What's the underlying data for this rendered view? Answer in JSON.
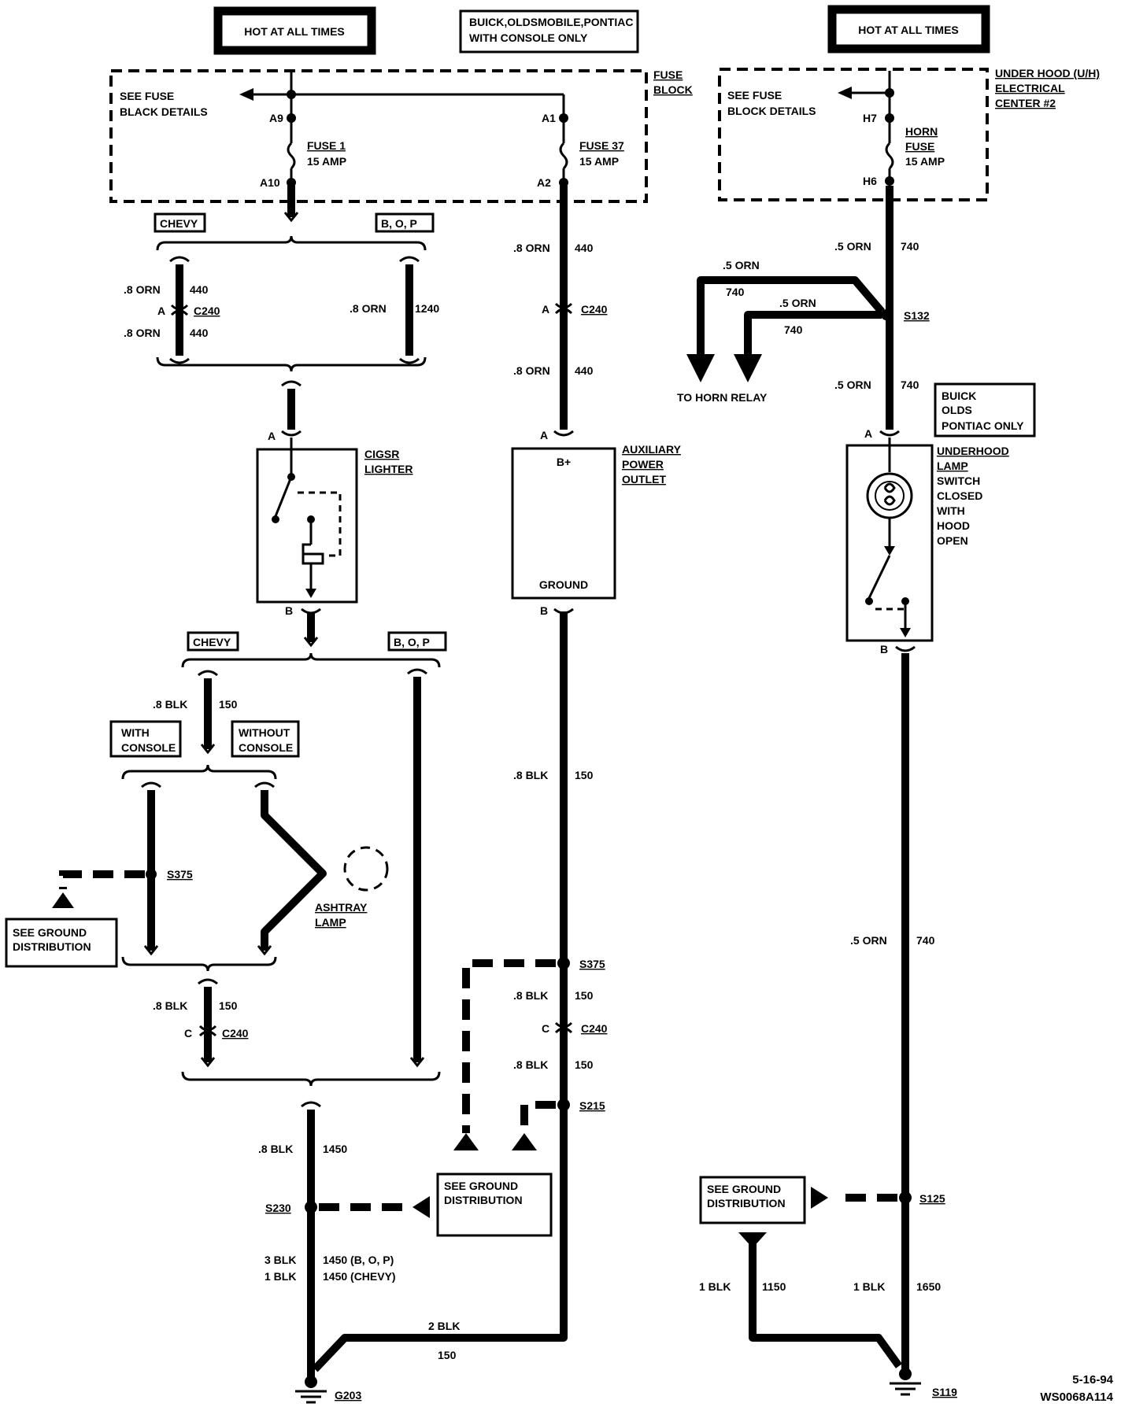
{
  "labels": {
    "hot_left": "HOT AT ALL TIMES",
    "hot_right": "HOT AT ALL TIMES",
    "console_note_1": "BUICK,OLDSMOBILE,PONTIAC",
    "console_note_2": "WITH CONSOLE ONLY",
    "fuse_block_1": "FUSE",
    "fuse_block_2": "BLOCK",
    "see_fuse_1": "SEE FUSE",
    "see_fuse_2": "BLACK DETAILS",
    "see_fuse_r1": "SEE FUSE",
    "see_fuse_r2": "BLOCK DETAILS",
    "uh_1": "UNDER HOOD (U/H)",
    "uh_2": "ELECTRICAL",
    "uh_3": "CENTER #2",
    "a9": "A9",
    "a10": "A10",
    "a1": "A1",
    "a2": "A2",
    "h7": "H7",
    "h6": "H6",
    "fuse1": "FUSE 1",
    "fuse1_amp": "15 AMP",
    "fuse37": "FUSE 37",
    "fuse37_amp": "15 AMP",
    "horn_fuse_1": "HORN",
    "horn_fuse_2": "FUSE",
    "horn_fuse_amp": "15 AMP",
    "chevy_1": "CHEVY",
    "bop_1": "B, O, P",
    "w_440a": ".8 ORN",
    "n_440a": "440",
    "w_440b": ".8 ORN",
    "n_440b": "440",
    "w_1240": ".8 ORN",
    "n_1240": "1240",
    "w_440c": ".8 ORN",
    "n_440c": "440",
    "w_440d": ".8 ORN",
    "n_440d": "440",
    "c240": "C240",
    "c240b": "C240",
    "c240c": "C240",
    "c240d": "C240",
    "pin_a": "A",
    "pin_a2": "A",
    "pin_a3": "A",
    "pin_a4": "A",
    "pin_a5": "A",
    "pin_b": "B",
    "pin_b2": "B",
    "pin_b3": "B",
    "pin_c": "C",
    "pin_c2": "C",
    "cigar_1": "CIGSR",
    "cigar_2": "LIGHTER",
    "aux_1": "AUXILIARY",
    "aux_2": "POWER",
    "aux_3": "OUTLET",
    "bplus": "B+",
    "ground_lbl": "GROUND",
    "w_740a": ".5 ORN",
    "n_740a": "740",
    "w_740b": ".5 ORN",
    "n_740b": "740",
    "w_740c": ".5 ORN",
    "n_740c": "740",
    "w_740d": ".5 ORN",
    "n_740d": "740",
    "w_740e": ".5 ORN",
    "n_740e": "740",
    "s132": "S132",
    "to_horn_relay": "TO HORN RELAY",
    "bop_only_1": "BUICK",
    "bop_only_2": "OLDS",
    "bop_only_3": "PONTIAC ONLY",
    "uhl_1": "UNDERHOOD",
    "uhl_2": "LAMP",
    "uhl_3": "SWITCH",
    "uhl_4": "CLOSED",
    "uhl_5": "WITH",
    "uhl_6": "HOOD",
    "uhl_7": "OPEN",
    "chevy_2": "CHEVY",
    "bop_2": "B, O, P",
    "w_150a": ".8 BLK",
    "n_150a": "150",
    "with_console_1": "WITH",
    "with_console_2": "CONSOLE",
    "without_console_1": "WITHOUT",
    "without_console_2": "CONSOLE",
    "s375a": "S375",
    "s375b": "S375",
    "see_gd_1a": "SEE GROUND",
    "see_gd_1b": "DISTRIBUTION",
    "ashtray_1": "ASHTRAY",
    "ashtray_2": "LAMP",
    "w_150b": ".8 BLK",
    "n_150b": "150",
    "w_150c": ".8 BLK",
    "n_150c": "150",
    "w_150d": ".8 BLK",
    "n_150d": "150",
    "w_150e": ".8 BLK",
    "n_150e": "150",
    "s215": "S215",
    "w_1450": ".8 BLK",
    "n_1450": "1450",
    "s230": "S230",
    "see_gd_2a": "SEE GROUND",
    "see_gd_2b": "DISTRIBUTION",
    "w_3blk": "3 BLK",
    "n_1450bop": "1450 (B, O, P)",
    "w_1blk": "1 BLK",
    "n_1450chevy": "1450 (CHEVY)",
    "w_2blk": "2 BLK",
    "n_150f": "150",
    "g203": "G203",
    "see_gd_3a": "SEE GROUND",
    "see_gd_3b": "DISTRIBUTION",
    "s125": "S125",
    "w_1150": "1 BLK",
    "n_1150": "1150",
    "w_1650": "1 BLK",
    "n_1650": "1650",
    "s119": "S119",
    "date": "5-16-94",
    "code": "WS0068A114"
  }
}
